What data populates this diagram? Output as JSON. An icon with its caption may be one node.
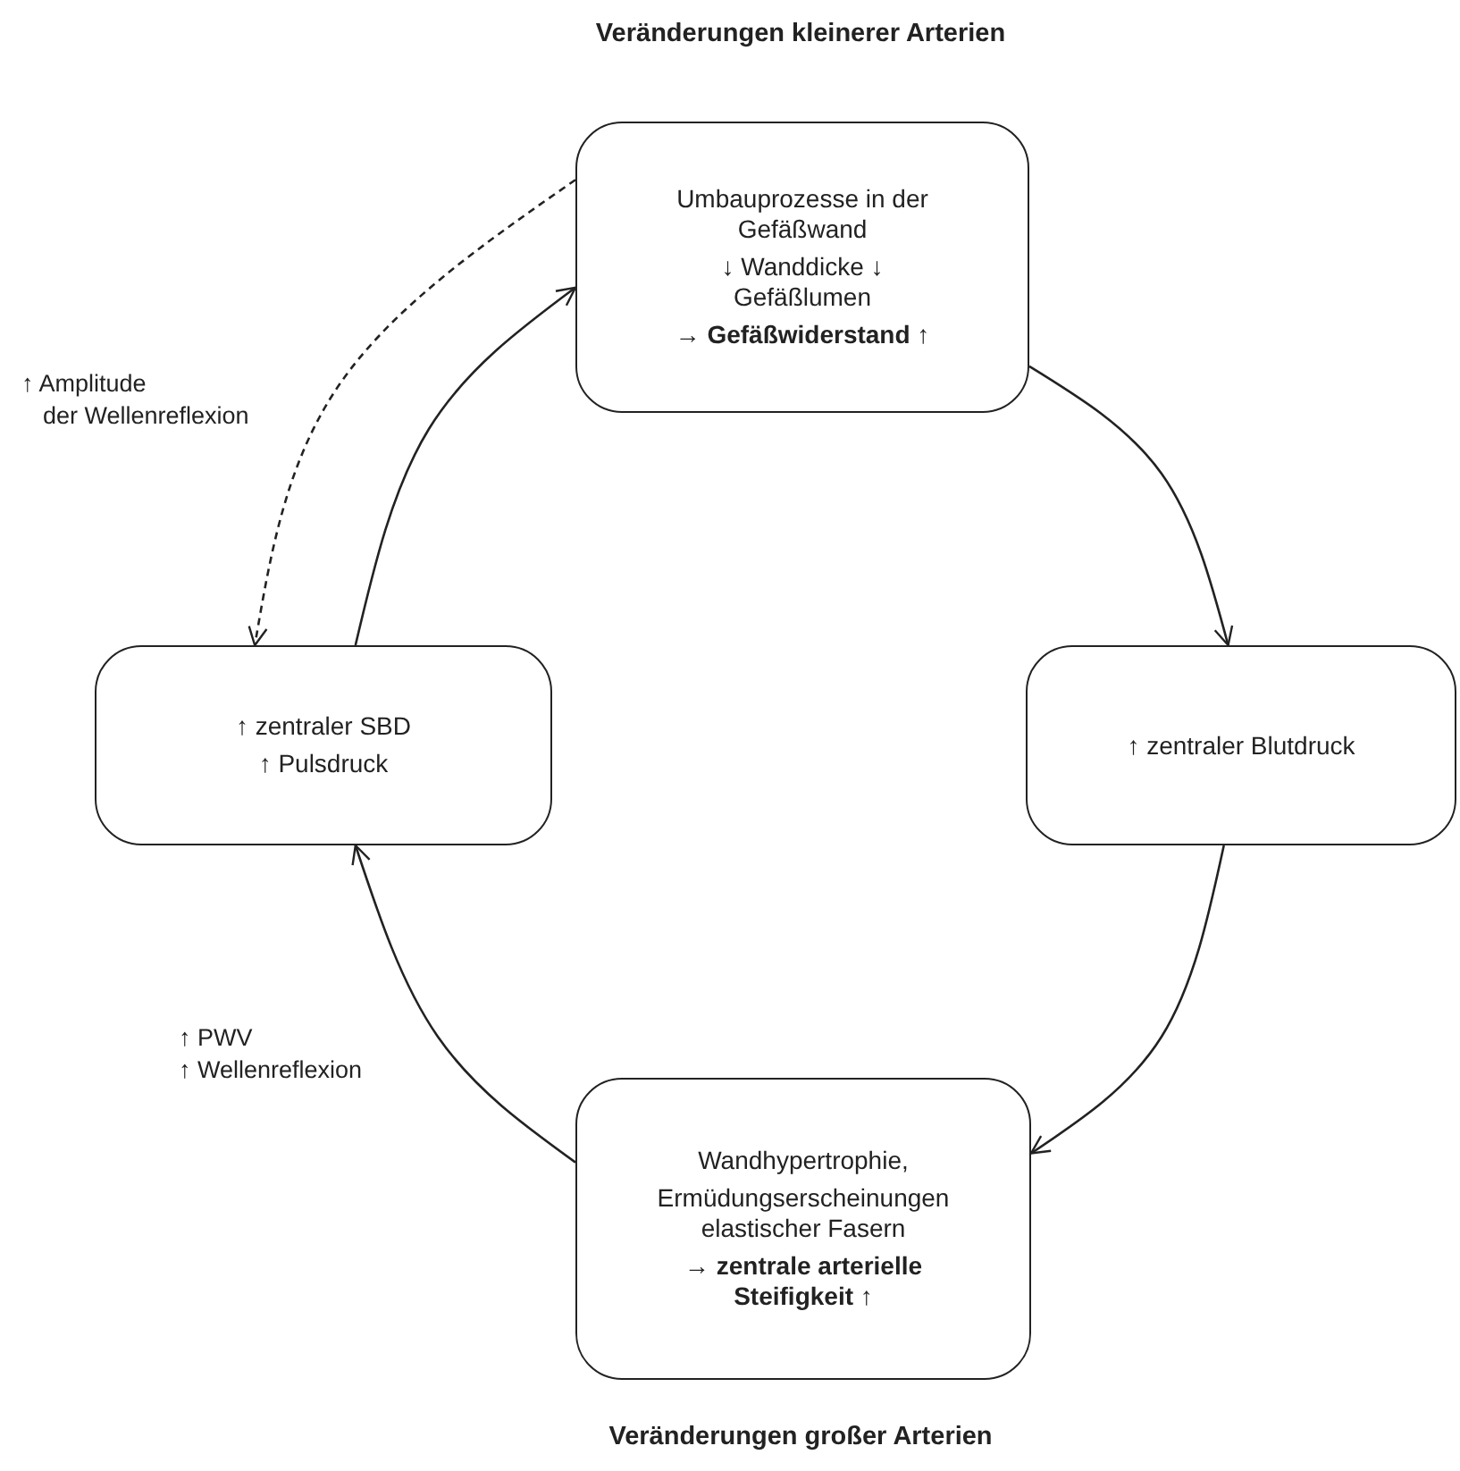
{
  "diagram": {
    "nodes": [
      {
        "text": [
          "Umbauprozesse in der Gefäßwand",
          "↓ Wanddicke ↓ Gefäßlumen",
          "**→ Gefäßwiderstand** ↑"
        ],
        "beside": [
          "Veränderungen kleinerer Arterien"
        ]
      },
      {
        "text": [
          "↑ zentraler Blutdruck"
        ]
      },
      {
        "text": [
          "Wandhypertrophie,",
          "Ermüdungserscheinungen elastischer Fasern",
          "**→ zentrale arterielle Steifigkeit** ↑"
        ],
        "beside": [
          "Veränderungen großer Arterien"
        ]
      },
      {
        "text": [
          "↑ zentraler SBD",
          "↑ Pulsdruck"
        ]
      }
    ],
    "edges": [
      {
        "from": 0,
        "to": 1,
        "arrow": "to"
      },
      {
        "from": 1,
        "to": 2,
        "arrow": "to"
      },
      {
        "from": 2,
        "to": 3,
        "arrow": "to"
      },
      {
        "from": 3,
        "to": 0,
        "arrow": "to"
      },
      {
        "from": 0,
        "to": 3,
        "arrow": "to",
        "style": "dashed"
      }
    ],
    "labels": [
      "↑ Amplitude",
      "der Wellenreflexion",
      "↑ PWV",
      "↑ Wellenreflexion"
    ]
  }
}
